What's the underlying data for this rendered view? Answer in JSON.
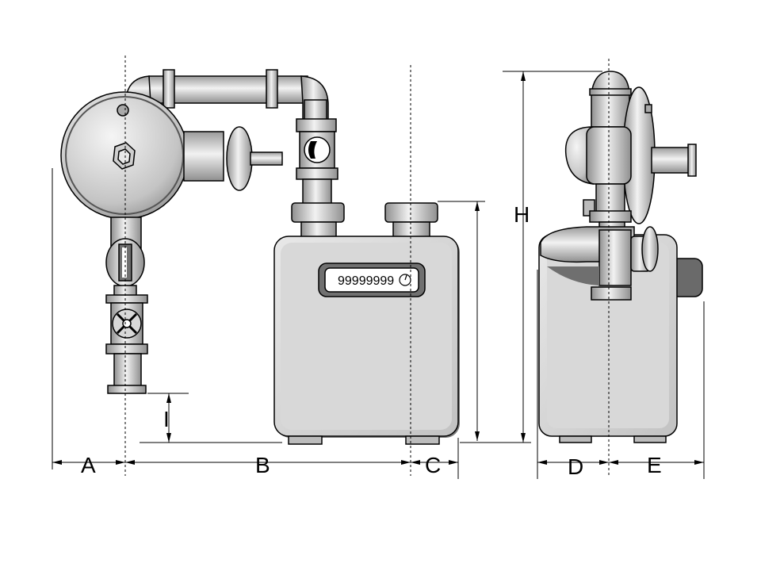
{
  "dimensions": {
    "a": "A",
    "b": "B",
    "c": "C",
    "d": "D",
    "e": "E",
    "h": "H",
    "i": "I"
  },
  "meter": {
    "counter_reading": "99999999"
  },
  "colors": {
    "body_light": "#e6e6e6",
    "body_mid": "#bdbdbd",
    "body_dark": "#8c8c8c",
    "outline": "#000000",
    "background": "#ffffff"
  }
}
